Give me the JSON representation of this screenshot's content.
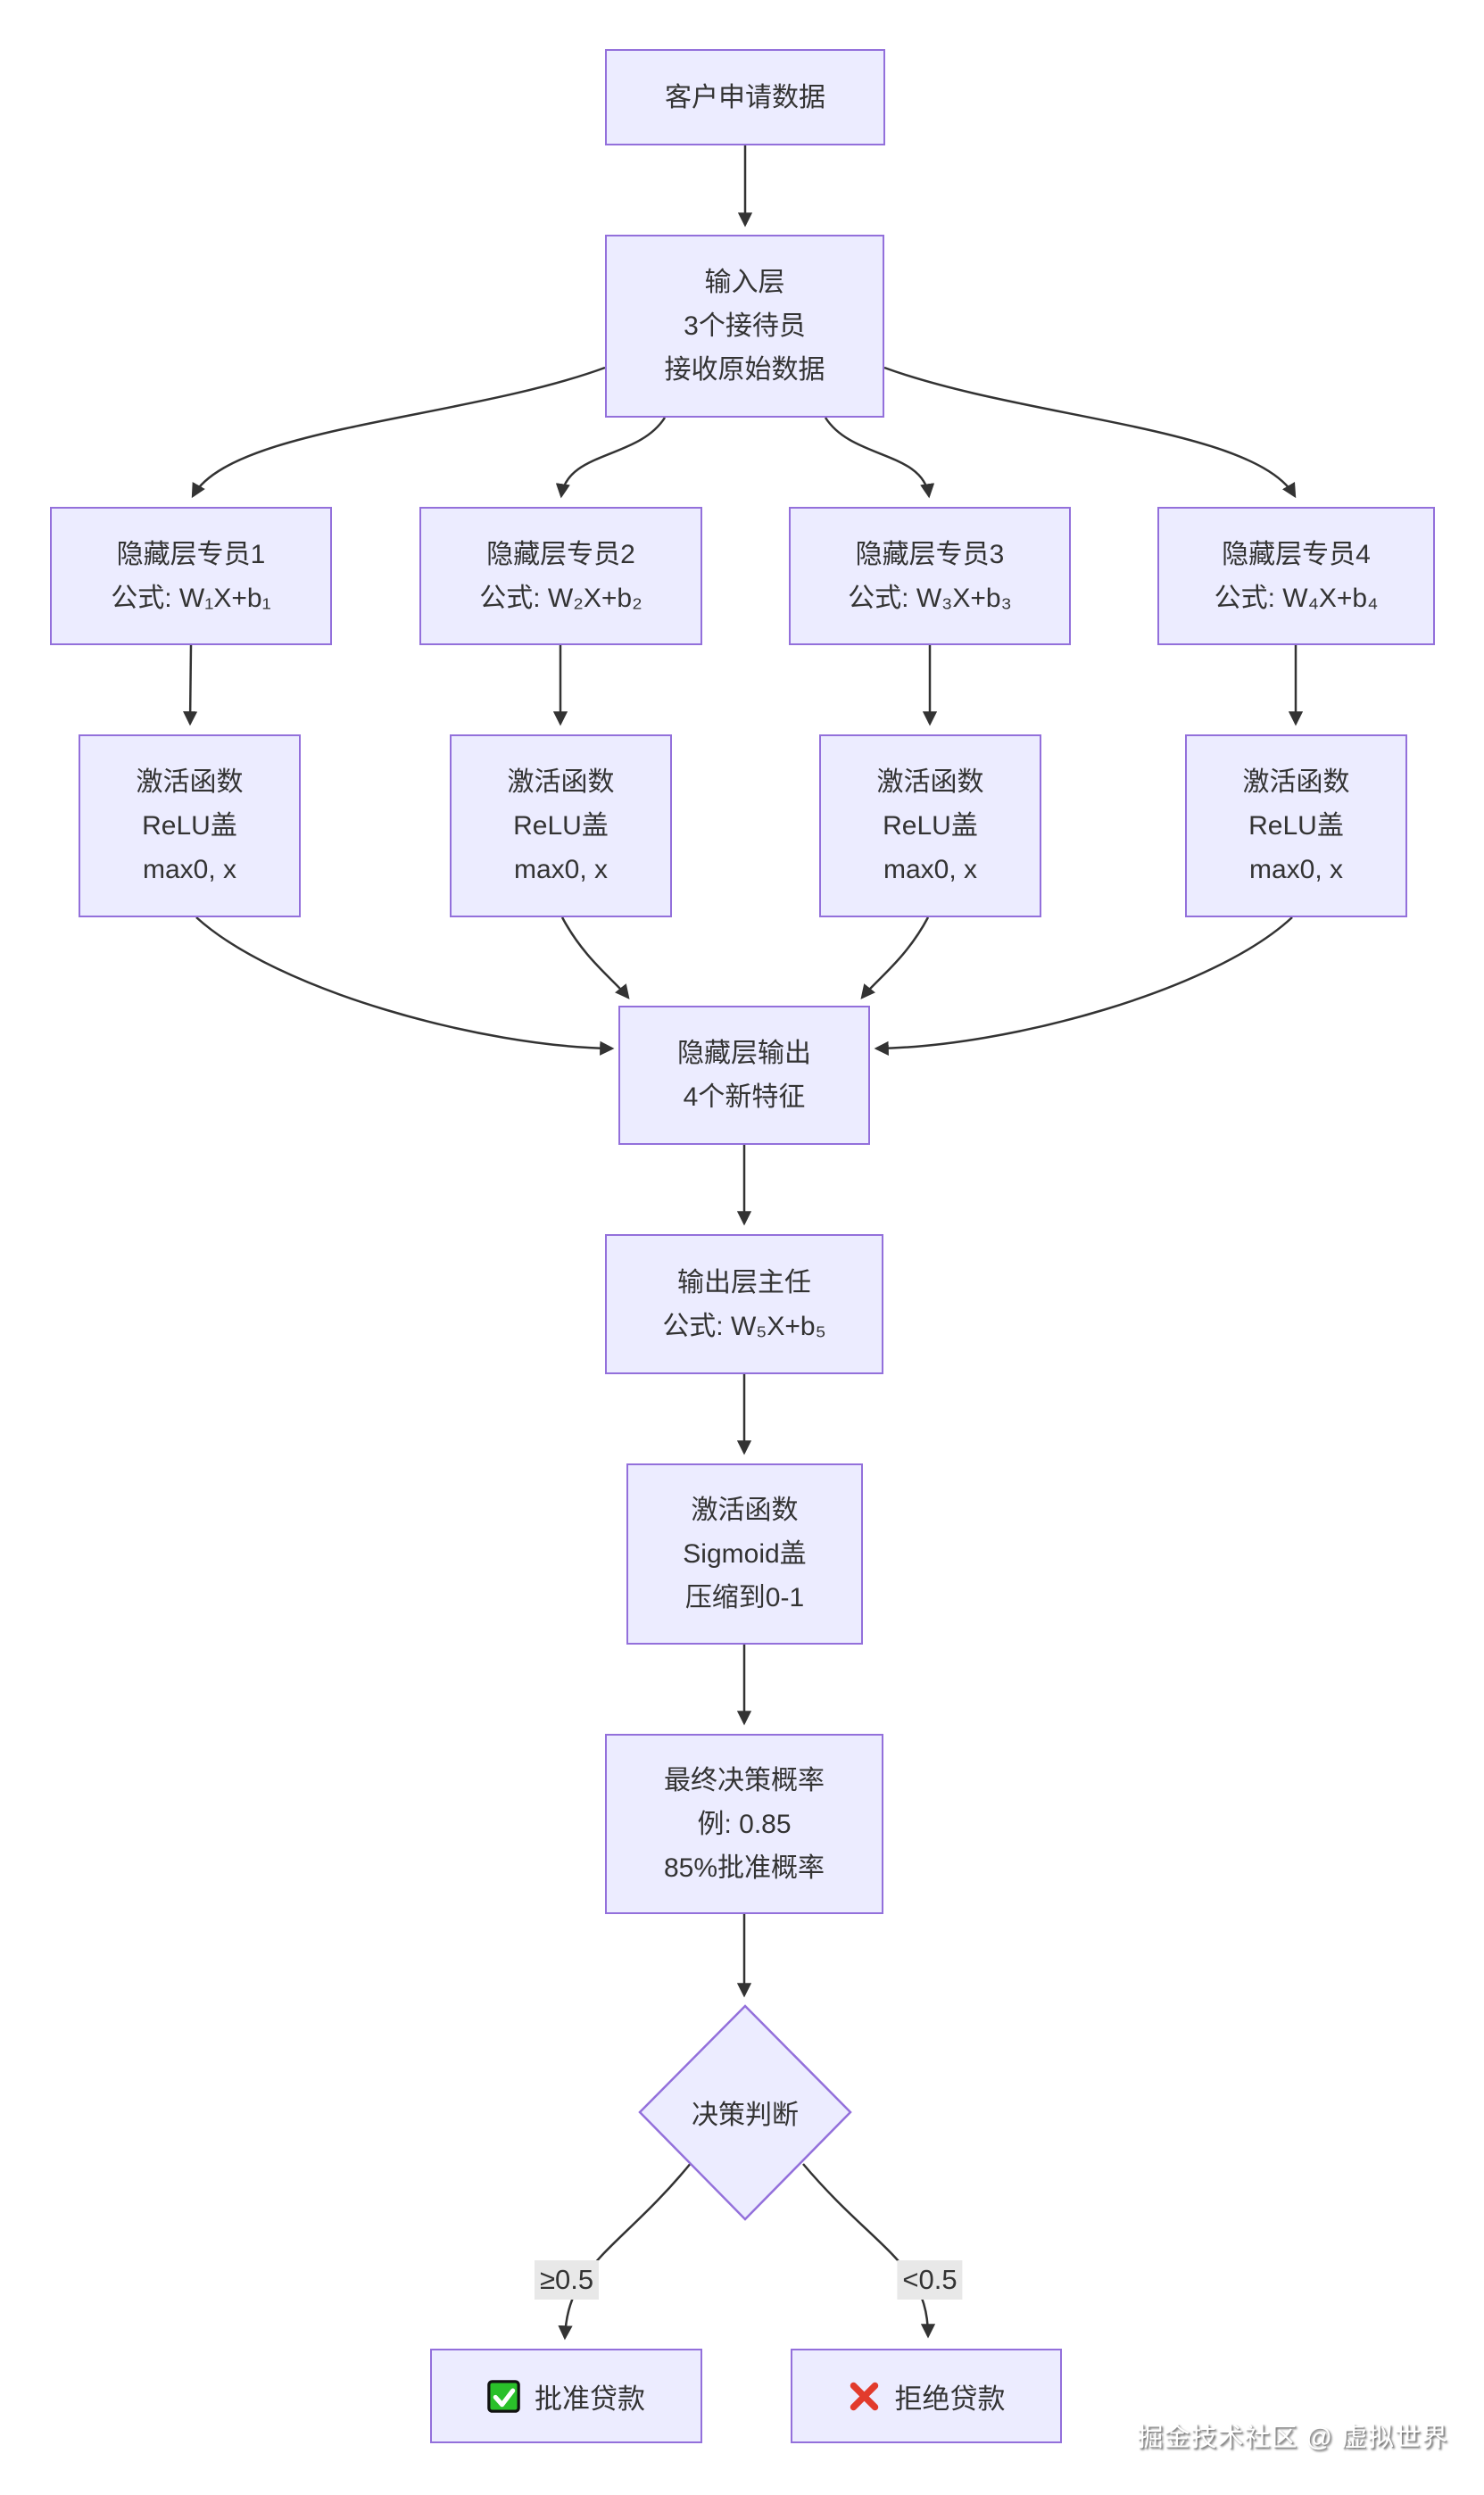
{
  "colors": {
    "node_fill": "#ECECFF",
    "node_border": "#9370DB",
    "edge": "#333333",
    "text": "#333333",
    "edge_label_bg": "#E8E8E8",
    "approve_green": "#2AC02A",
    "reject_red": "#E23B2C",
    "watermark": "#FFFFFF"
  },
  "nodes": {
    "customer": {
      "lines": [
        "客户申请数据"
      ]
    },
    "input": {
      "lines": [
        "输入层",
        "3个接待员",
        "接收原始数据"
      ]
    },
    "hidden1": {
      "lines": [
        "隐藏层专员1",
        "公式: W₁X+b₁"
      ]
    },
    "hidden2": {
      "lines": [
        "隐藏层专员2",
        "公式: W₂X+b₂"
      ]
    },
    "hidden3": {
      "lines": [
        "隐藏层专员3",
        "公式: W₃X+b₃"
      ]
    },
    "hidden4": {
      "lines": [
        "隐藏层专员4",
        "公式: W₄X+b₄"
      ]
    },
    "relu": {
      "lines": [
        "激活函数",
        "ReLU盖",
        "max0, x"
      ]
    },
    "hidden_output": {
      "lines": [
        "隐藏层输出",
        "4个新特征"
      ]
    },
    "output": {
      "lines": [
        "输出层主任",
        "公式: W₅X+b₅"
      ]
    },
    "sigmoid": {
      "lines": [
        "激活函数",
        "Sigmoid盖",
        "压缩到0-1"
      ]
    },
    "final": {
      "lines": [
        "最终决策概率",
        "例: 0.85",
        "85%批准概率"
      ]
    },
    "decision": {
      "label": "决策判断"
    },
    "approve": {
      "label": "批准贷款",
      "icon": "check-icon"
    },
    "reject": {
      "label": "拒绝贷款",
      "icon": "cross-icon"
    }
  },
  "edges": {
    "approve_label": "≥0.5",
    "reject_label": "<0.5"
  },
  "watermark": "掘金技术社区 @ 虚拟世界"
}
